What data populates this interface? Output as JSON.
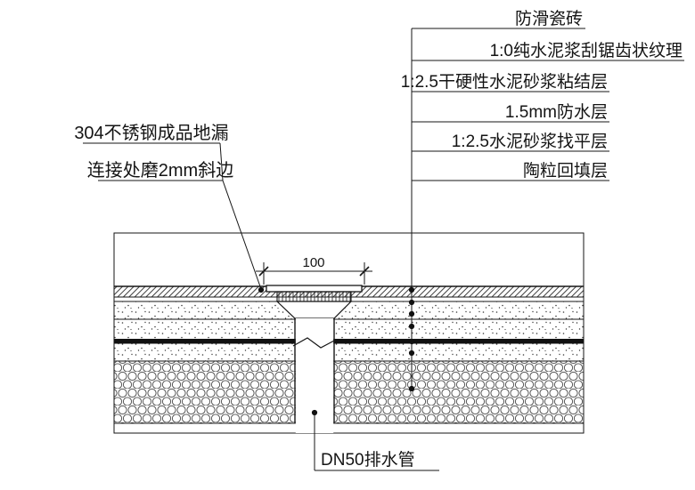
{
  "drawing": {
    "type": "construction-detail-section",
    "dimension_100": "100",
    "right_callouts": [
      "防滑瓷砖",
      "1:0纯水泥浆刮锯齿状纹理",
      "1:2.5干硬性水泥砂浆粘结层",
      "1.5mm防水层",
      "1:2.5水泥砂浆找平层",
      "陶粒回填层"
    ],
    "left_callout_line1": "304不锈钢成品地漏",
    "left_callout_line2": "连接处磨2mm斜边",
    "pipe_callout": "DN50排水管"
  }
}
